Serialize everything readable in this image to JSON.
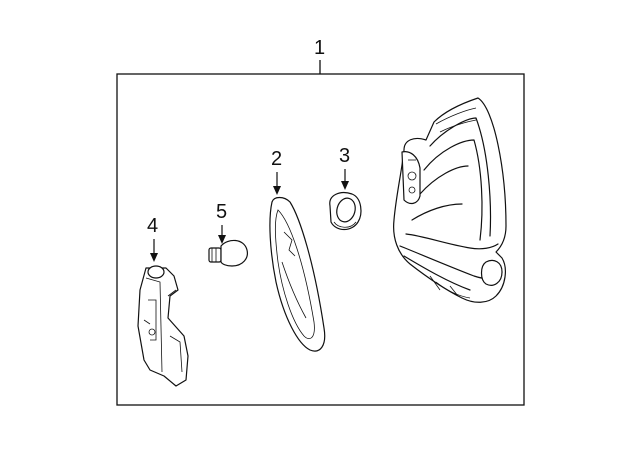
{
  "callouts": {
    "assembly": "1",
    "lens": "2",
    "grommet": "3",
    "socket": "4",
    "bulb": "5"
  },
  "colors": {
    "line": "#111111",
    "background": "#ffffff"
  }
}
